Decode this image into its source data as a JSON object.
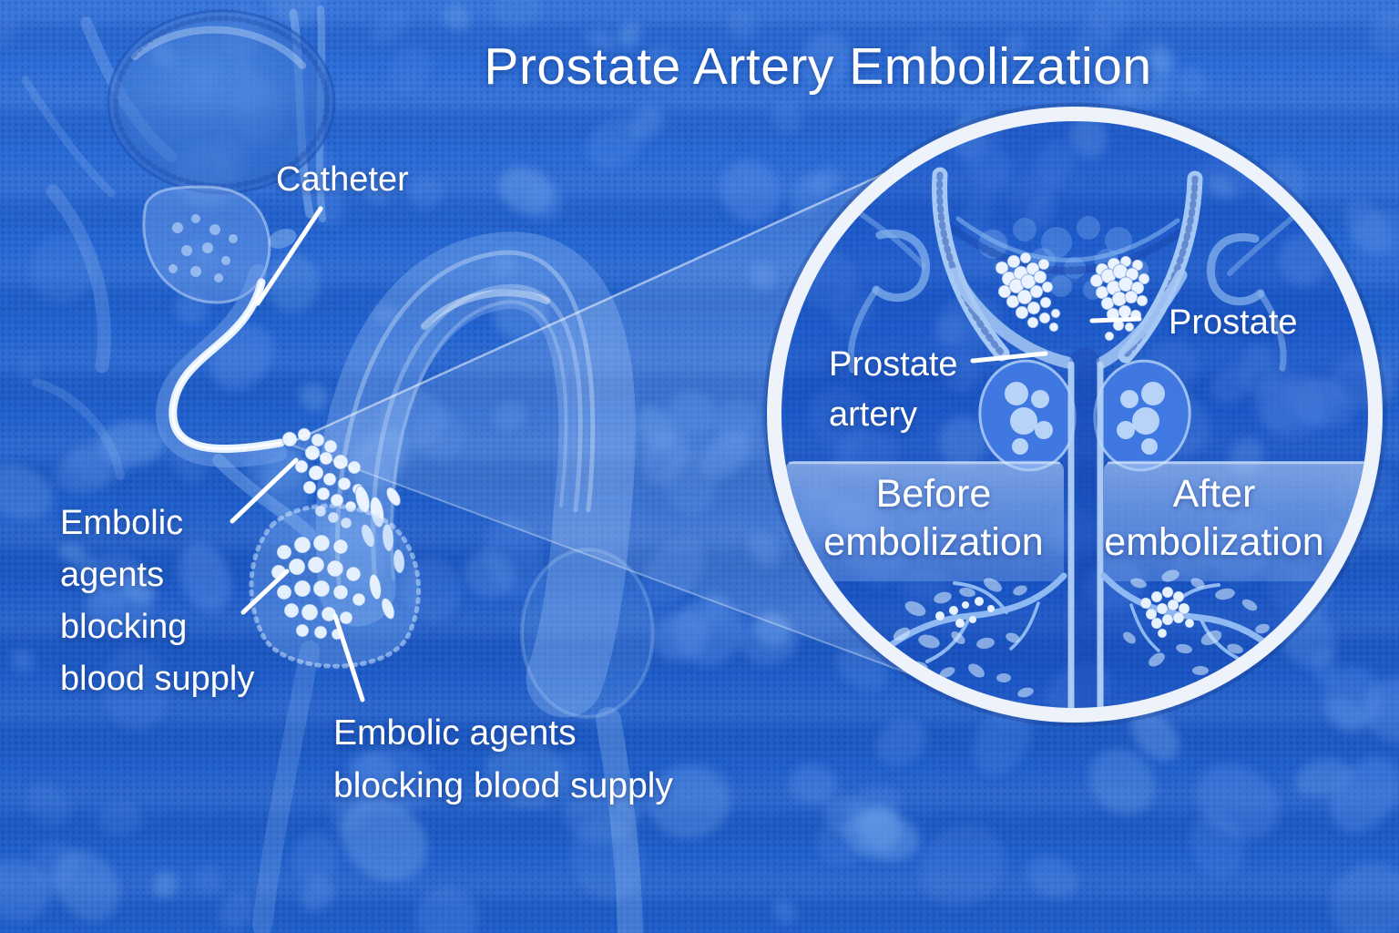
{
  "title": "Prostate Artery Embolization",
  "labels": {
    "catheter": "Catheter",
    "embolic_left": {
      "line1": "Embolic",
      "line2": "agents",
      "line3": "blocking",
      "line4": "blood supply"
    },
    "embolic_bottom": {
      "line1": "Embolic agents",
      "line2": "blocking blood supply"
    },
    "prostate_artery": {
      "line1": "Prostate",
      "line2": "artery"
    },
    "prostate": "Prostate",
    "panel_before": {
      "line1": "Before",
      "line2": "embolization"
    },
    "panel_after": {
      "line1": "After",
      "line2": "embolization"
    }
  },
  "colors": {
    "background_base": "#2163cf",
    "background_deep": "#1b57c2",
    "pebble": "#5e92e8",
    "lens_ring": "#edf2fb",
    "band": "#88b0ee",
    "anatomy_light": "#bcd6f8",
    "bead": "#eaf3ff",
    "text": "#ffffff"
  }
}
